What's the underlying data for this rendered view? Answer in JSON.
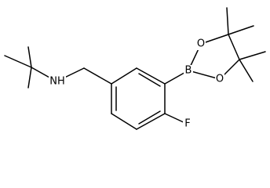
{
  "molecule": {
    "atoms": {
      "nitrogen": "NH",
      "boron": "B",
      "oxygen_top": "O",
      "oxygen_bottom": "O",
      "fluorine": "F"
    }
  }
}
